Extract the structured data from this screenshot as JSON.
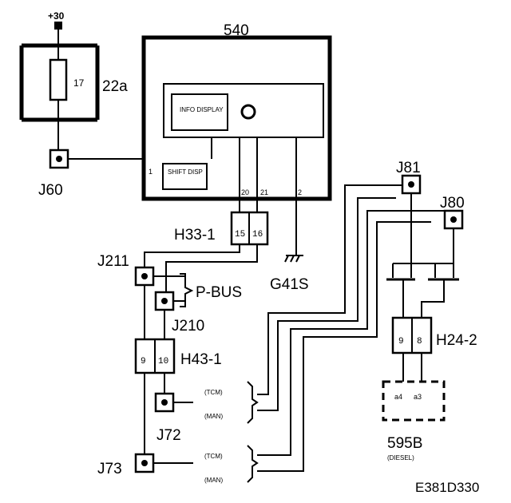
{
  "labels": {
    "supply": "+30",
    "fuse_number": "17",
    "fuse_ref": "22a",
    "module_ref": "540",
    "info_display": "INFO DISPLAY",
    "shift_display": "SHIFT DISP",
    "pin_1": "1",
    "pin_20": "20",
    "pin_21": "21",
    "pin_2": "2",
    "j60": "J60",
    "h33_1": "H33-1",
    "h33_pin_15": "15",
    "h33_pin_16": "16",
    "g41s": "G41S",
    "j211": "J211",
    "p_bus": "P-BUS",
    "j210": "J210",
    "h43_1": "H43-1",
    "h43_pin_9": "9",
    "h43_pin_10": "10",
    "j72": "J72",
    "j73": "J73",
    "tcm_1": "(TCM)",
    "man_1": "(MAN)",
    "tcm_2": "(TCM)",
    "man_2": "(MAN)",
    "j81": "J81",
    "j80": "J80",
    "h24_2": "H24-2",
    "h24_pin_9": "9",
    "h24_pin_8": "8",
    "conn_a4": "a4",
    "conn_a3": "a3",
    "ref_595b": "595B",
    "ref_595b_sub": "(DIESEL)",
    "diagram_code": "E381D330"
  }
}
